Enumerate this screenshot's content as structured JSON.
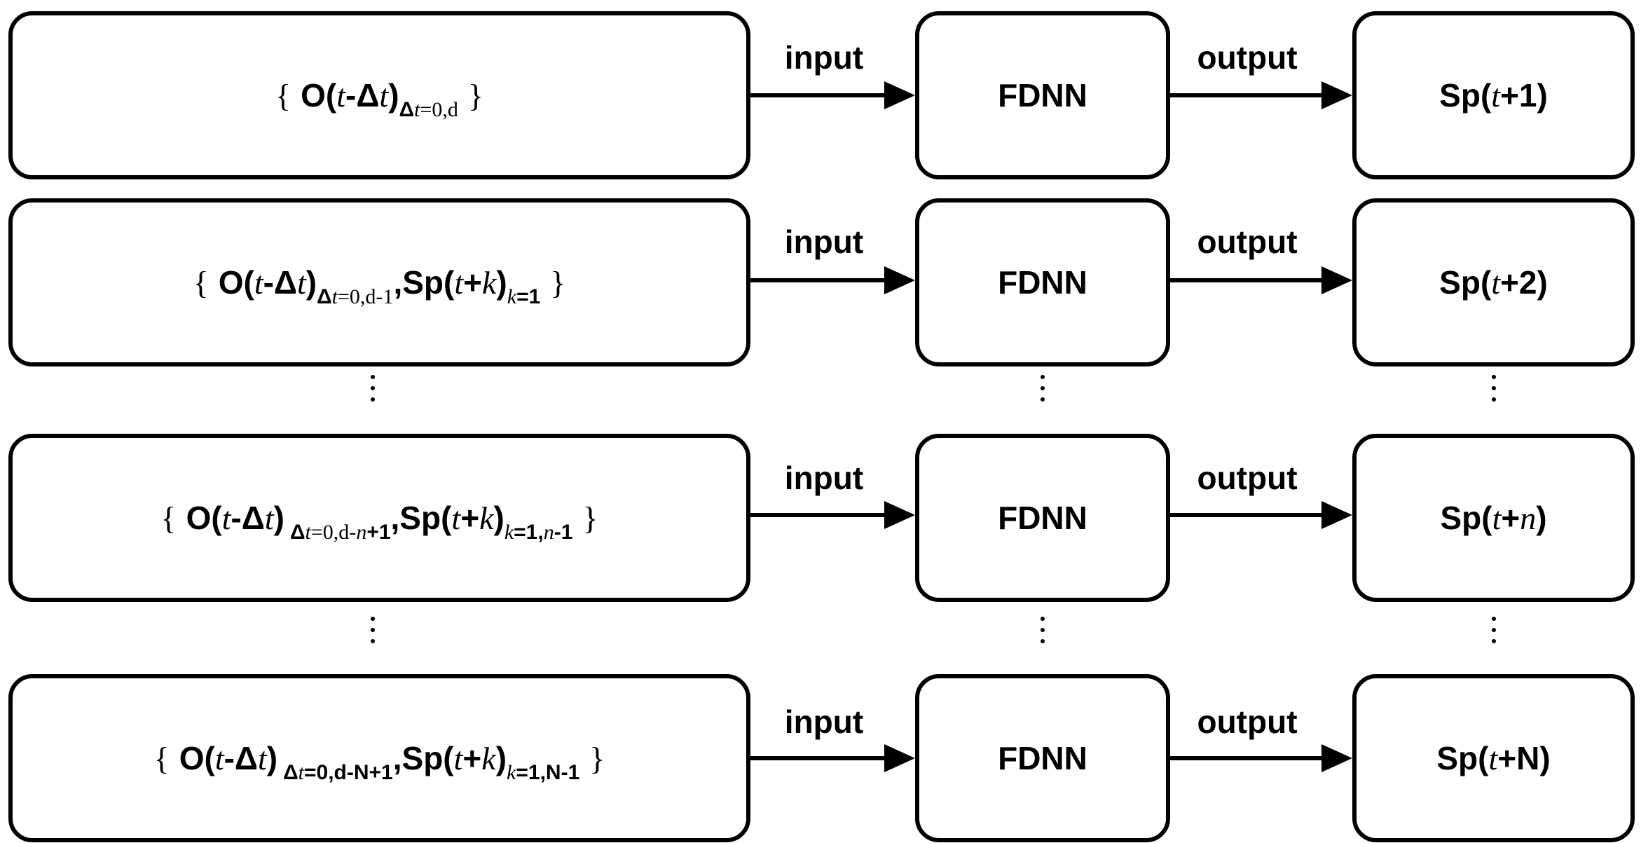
{
  "edge_labels": {
    "input": "input",
    "output": "output"
  },
  "model_label": "FDNN",
  "brace_open": "{",
  "brace_close": "}",
  "rows": [
    {
      "input": {
        "main": "O(",
        "t": "t",
        "dash": "-Δ",
        "t2": "t",
        "close": ")",
        "sub": "Δ",
        "sub_t": "t",
        "sub_rest": "=0,d",
        "extra": ""
      },
      "output": {
        "pre": "Sp(",
        "t": "t",
        "post": "+1)"
      }
    },
    {
      "input": {
        "main": "O(",
        "t": "t",
        "dash": "-Δ",
        "t2": "t",
        "close": ")",
        "sub": "Δ",
        "sub_t": "t",
        "sub_rest": "=0,d-1",
        "extra_pre": ",Sp(",
        "extra_t": "t",
        "extra_plus": "+",
        "extra_k": "k",
        "extra_close": ")",
        "extra_sub_k": "k",
        "extra_sub_rest": "=1"
      },
      "output": {
        "pre": "Sp(",
        "t": "t",
        "post": "+2)"
      }
    },
    {
      "input": {
        "main": "O(",
        "t": "t",
        "dash": "-Δ",
        "t2": "t",
        "close": ")",
        "sub": "Δ",
        "sub_t": "t",
        "sub_rest": "=0,d-",
        "sub_n": "n",
        "sub_tail": "+1",
        "extra_pre": ",Sp(",
        "extra_t": "t",
        "extra_plus": "+",
        "extra_k": "k",
        "extra_close": ")",
        "extra_sub_k": "k",
        "extra_sub_rest": "=1,",
        "extra_sub_n": "n",
        "extra_sub_tail": "-1"
      },
      "output": {
        "pre": "Sp(",
        "t": "t",
        "plus": "+",
        "n": "n",
        "post": ")"
      }
    },
    {
      "input": {
        "main": "O(",
        "t": "t",
        "dash": "-Δ",
        "t2": "t",
        "close": ")",
        "sub": "Δ",
        "sub_t": "t",
        "sub_rest": "=0,d-N+1",
        "extra_pre": ",Sp(",
        "extra_t": "t",
        "extra_plus": "+",
        "extra_k": "k",
        "extra_close": ")",
        "extra_sub_k": "k",
        "extra_sub_rest": "=1,N-1"
      },
      "output": {
        "pre": "Sp(",
        "t": "t",
        "post": "+N)"
      }
    }
  ]
}
